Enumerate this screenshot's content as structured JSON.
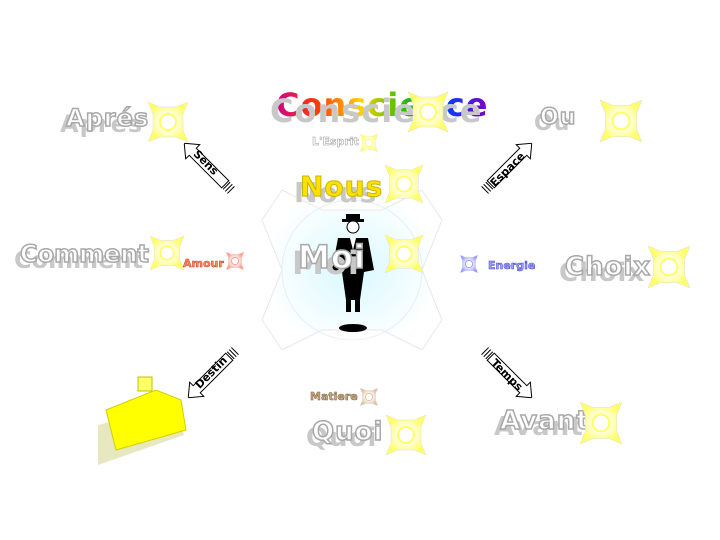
{
  "words": {
    "conscience": "Conscience",
    "esprit": "L'Esprit",
    "nous": "Nous",
    "moi": "Moi",
    "apres": "Aprés",
    "ou": "Ou",
    "comment": "Comment",
    "choix": "Choix",
    "amour": "Amour",
    "energie": "Energie",
    "matiere": "Matiere",
    "quoi": "Quoi",
    "avant": "Avant"
  },
  "arrows": {
    "sens": "Sens",
    "espace": "Espace",
    "destin": "Destin",
    "temps": "Temps"
  },
  "colors": {
    "sun": "#ffff66",
    "amour": "#ff6a4a",
    "energie": "#4a4aff",
    "matiere": "#a07850"
  }
}
